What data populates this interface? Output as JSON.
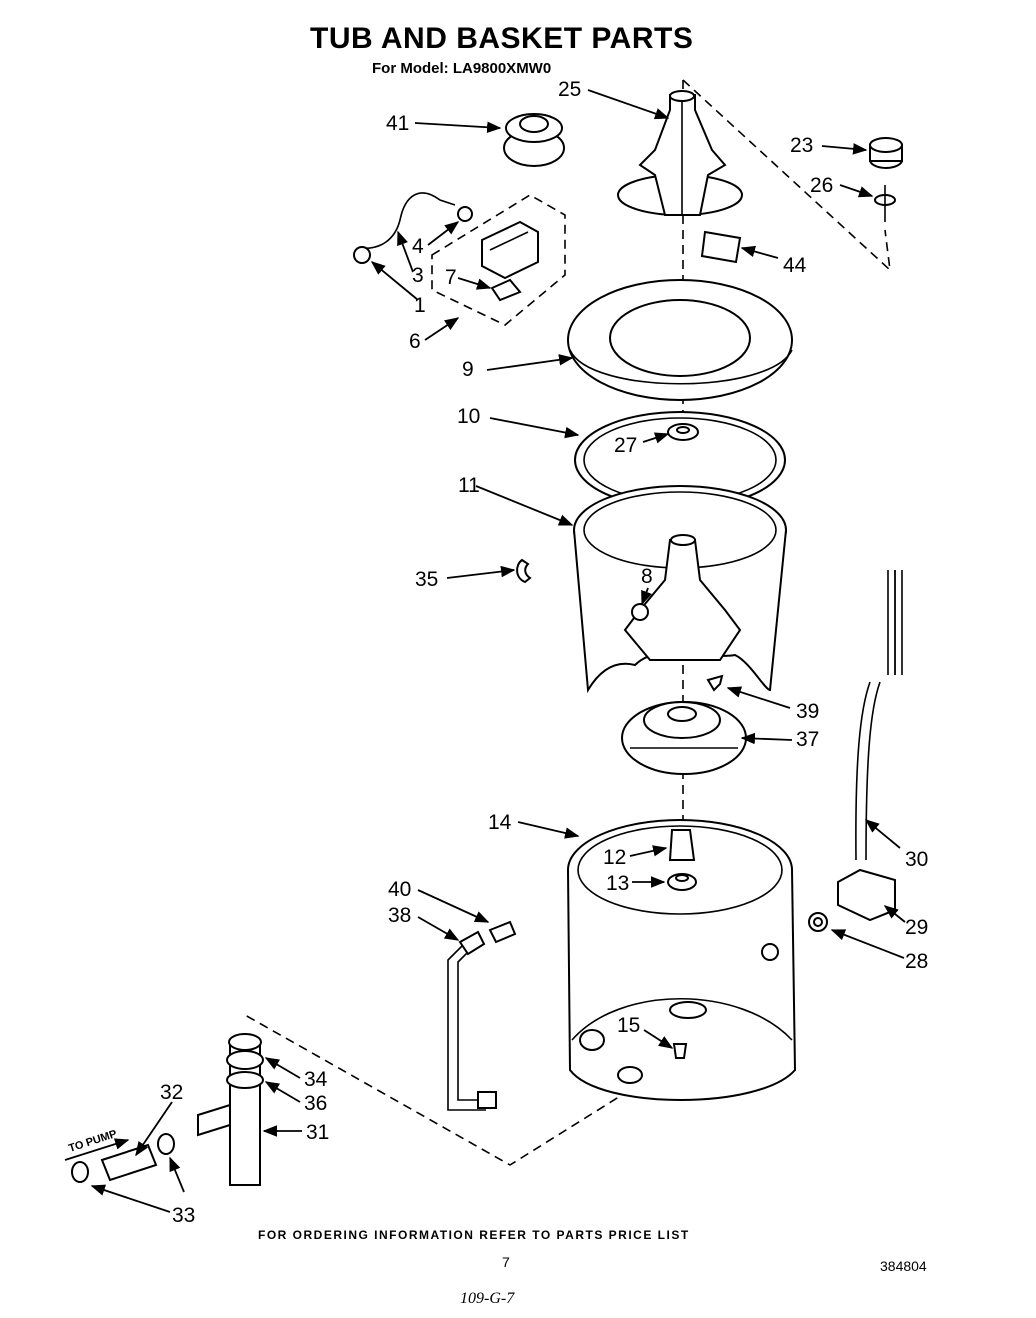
{
  "title": "TUB AND BASKET PARTS",
  "subtitle": "For Model: LA9800XMW0",
  "to_pump_label": "TO PUMP",
  "footer": "FOR ORDERING INFORMATION REFER TO PARTS PRICE LIST",
  "page_number": "7",
  "doc_number": "384804",
  "handwritten_note": "109-G-7",
  "callouts": {
    "p1": "1",
    "p3": "3",
    "p4": "4",
    "p6": "6",
    "p7": "7",
    "p8": "8",
    "p9": "9",
    "p10": "10",
    "p11": "11",
    "p12": "12",
    "p13": "13",
    "p14": "14",
    "p15": "15",
    "p23": "23",
    "p25": "25",
    "p26": "26",
    "p27": "27",
    "p28": "28",
    "p29": "29",
    "p30": "30",
    "p31": "31",
    "p32": "32",
    "p33": "33",
    "p34": "34",
    "p35": "35",
    "p36": "36",
    "p37": "37",
    "p38": "38",
    "p39": "39",
    "p40": "40",
    "p41": "41",
    "p44": "44"
  }
}
